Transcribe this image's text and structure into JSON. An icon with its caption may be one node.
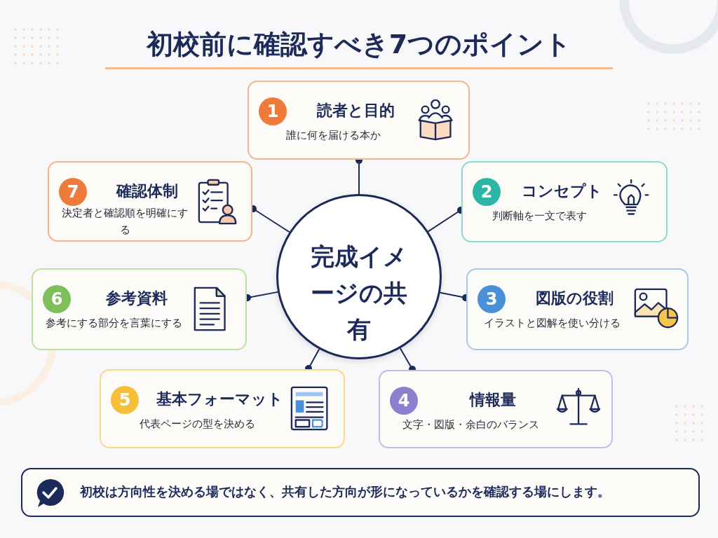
{
  "diagram": {
    "title": "初校前に確認すべき7つのポイント",
    "nodes": [
      {
        "text": [
          "完成イメージの共有"
        ]
      },
      {
        "text": [
          "1",
          "読者と目的",
          "誰に何を届ける本か"
        ]
      },
      {
        "text": [
          "2",
          "コンセプト",
          "判断軸を一文で表す"
        ]
      },
      {
        "text": [
          "3",
          "図版の役割",
          "イラストと図解を使い分ける"
        ]
      },
      {
        "text": [
          "4",
          "情報量",
          "文字・図版・余白のバランス"
        ]
      },
      {
        "text": [
          "5",
          "基本フォーマット",
          "代表ページの型を決める"
        ]
      },
      {
        "text": [
          "6",
          "参考資料",
          "参考にする部分を言葉にする"
        ]
      },
      {
        "text": [
          "7",
          "確認体制",
          "決定者と確認順を明確にする"
        ]
      },
      {
        "text": [
          "初校は方向性を決める場ではなく、共有した方向が形になっているかを確認する場にします。"
        ]
      }
    ],
    "edges": [
      {
        "from": 0,
        "to": 1,
        "arrow": "other"
      },
      {
        "from": 0,
        "to": 2,
        "arrow": "other"
      },
      {
        "from": 0,
        "to": 3,
        "arrow": "other"
      },
      {
        "from": 0,
        "to": 4,
        "arrow": "other"
      },
      {
        "from": 0,
        "to": 5,
        "arrow": "other"
      },
      {
        "from": 0,
        "to": 6,
        "arrow": "other"
      },
      {
        "from": 0,
        "to": 7,
        "arrow": "other"
      }
    ]
  }
}
